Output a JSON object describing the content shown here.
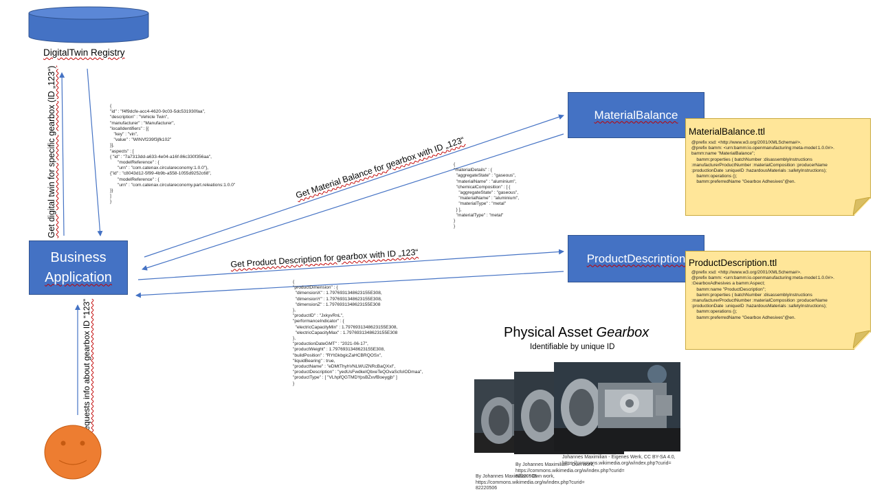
{
  "registry": {
    "label": "DigitalTwin Registry"
  },
  "business_app": {
    "label_line1": "Business",
    "label_line2": "Application"
  },
  "material_balance_box": {
    "label": "MaterialBalance"
  },
  "product_description_box": {
    "label": "ProductDescription"
  },
  "arrows": {
    "get_twin": "Get digital twin for specific gearbox (ID „123“)",
    "requests": "Requests info about gearbox ID “123”",
    "get_material": "Get Material Balance for gearbox with ID „123“",
    "get_product": "Get Product Description for gearbox with ID „123“"
  },
  "twin_json": "{\n\"id\" : \"f4f9dcfe-acc4-4620-9c03-5dc531930faa\",\n\"description\" : \"Vehicle Twin\",\n\"manufacturer\" : \"Manufacturer\",\n\"localIdentifiers\" : [{\n   \"key\" : \"vin\",\n   \"value\" : \"WINVf239f3jfk102\"\n}],\n\"aspects\" : [\n{ \"id\" : \"7a7313dd-a633-4e04-a16f-86c330f356aa\",\n      \"modelReference\" : {\n      \"urn\" : \"com.catenax.circulareconomy:1.0.0\"},\n{\"id\" : \"c8043d12-5f99-4b9b-a558-1055d9252c68\",\n      \"modelReference\" : {\n      \"urn\" : \"com.catenax.circulareconomy.part.releations:1.0.0\"\n}}\n]\n}",
  "material_json": "{\n\"materialDetails\" : {\n  \"aggregateState\" : \"gaseous\",\n  \"materialName\" : \"aluminium\",\n  \"chemicalComposition\" : [ {\n    \"aggregateState\" : \"gaseous\",\n    \"materialName\" : \"aluminium\",\n    \"materialType\" : \"metal\"\n  } ],\n  \"materialType\" : \"metal\"\n}\n}",
  "product_json": "{\n\"productDimension\" : {\n  \"dimensionX\" : 1.7976931348623155E308,\n  \"dimensionY\" : 1.7976931348623155E308,\n  \"dimensionZ\" : 1.7976931348623155E308\n},\n\"productID\" : \"JxkyvRnL\",\n\"performanceIndicator\" : {\n  \"electricCapacityMin\" : 1.7976931348623155E308,\n  \"electricCapacityMax\" : 1.7976931348623155E308\n},\n\"productionDateGMT\" : \"2021-06-17\",\n\"productWeight\" : 1.7976931348623155E308,\n\"buildPosition\" : \"RYtGkbgicZaHCBRQOSx\",\n\"liquidBearing\" : true,\n\"productName\" : \"eDMtThyhVNLWUZNRcBaQXxl\",\n\"productDescription\" : \"yedUsFwdkeIQbxeTeQOvaScfoIODmaa\",\n\"productType\" : [ \"VLhpfQGTMDYpsBZxvfBoeygjb\" ]\n}",
  "material_ttl": {
    "title": "MaterialBalance.ttl",
    "body": "@prefix xsd: <http://www.w3.org/2001/XMLSchema#>.\n@prefix bamm: <urn:bamm:io.openmanufacturing:meta-model:1.0.0#>.\nbamm:name \"MaterialBalance\";\n    bamm:properties ( batchNumber :disassemblyInstructions\n:manufacturerProductNumber :materialComposition :producerName\n:productionDate :uniqueID :hazardousMaterials :safetyInstructions);\n    bamm:operations ();\n    bamm:preferredName \"Gearbox Adhesives\"@en."
  },
  "product_ttl": {
    "title": "ProductDescription.ttl",
    "body": "@prefix xsd: <http://www.w3.org/2001/XMLSchema#>.\n@prefix bamm: <urn:bamm:io.openmanufacturing:meta-model:1.0.0#>.\n:GearboxAdhesives a bamm:Aspect;\n    bamm:name \"ProductDescription\";\n    bamm:properties ( batchNumber :disassemblyInstructions\n:manufacturerProductNumber :materialComposition :producerName\n:productionDate :uniqueID :hazardousMaterials :safetyInstructions);\n    bamm:operations ();\n    bamm:preferredName \"Gearbox Adhesives\"@en."
  },
  "physical_asset": {
    "title_plain": "Physical Asset ",
    "title_italic": "Gearbox",
    "subtitle": "Identifiable by unique ID"
  },
  "photo_credits": {
    "credit_top": "Johannes Maximilian - Eigenes Werk, CC BY-SA 4.0,\nhttps://commons.wikimedia.org/w/index.php?curid=",
    "credit_mid": "By Johannes Maximilian - Own work,\nhttps://commons.wikimedia.org/w/index.php?curid=\n82220506",
    "credit_bottom": "By Johannes Maximilian - Own work,\nhttps://commons.wikimedia.org/w/index.php?curid=\n82220506"
  },
  "colors": {
    "box_fill": "#4472C4",
    "arrow": "#4472C4",
    "note_fill": "#FFE699",
    "user_fill": "#ED7D31"
  }
}
